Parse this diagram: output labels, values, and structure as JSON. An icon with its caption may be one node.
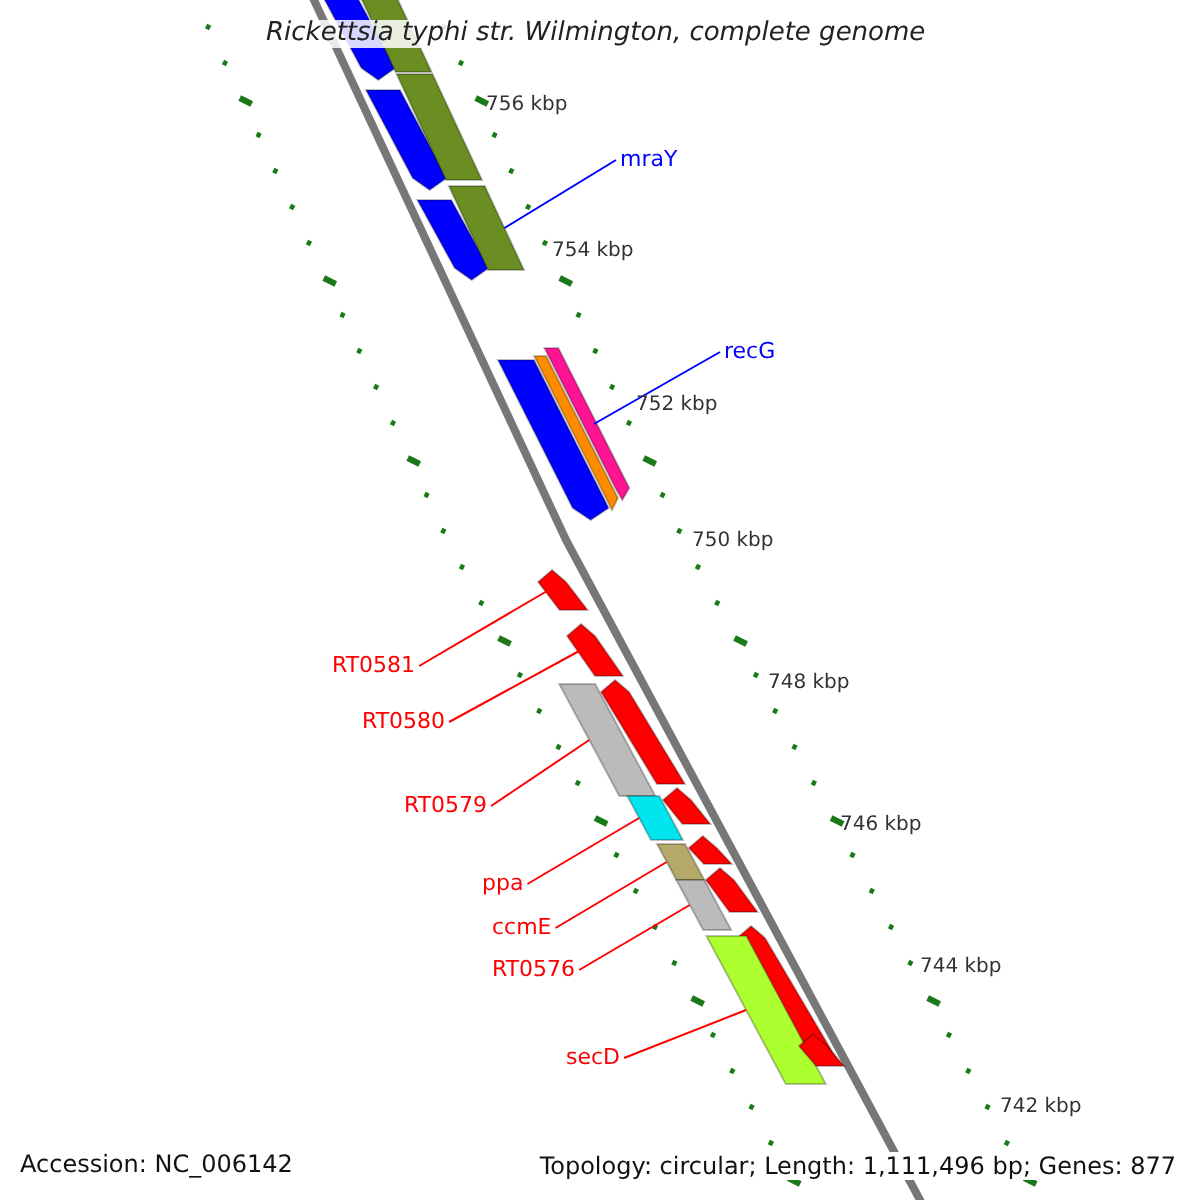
{
  "diagram": {
    "title": "Rickettsia typhi str. Wilmington, complete genome",
    "nodes": [
      {
        "text": [
          "mraY"
        ]
      },
      {
        "text": [],
        "shape": "bar"
      },
      {
        "text": [
          "recG"
        ]
      },
      {
        "text": [],
        "shape": "bar"
      },
      {
        "text": [
          "RT0581"
        ]
      },
      {
        "text": [],
        "shape": "bar"
      },
      {
        "text": [
          "RT0580"
        ]
      },
      {
        "text": [],
        "shape": "bar"
      },
      {
        "text": [
          "RT0579"
        ]
      },
      {
        "text": [],
        "shape": "bar"
      },
      {
        "text": [
          "ppa"
        ]
      },
      {
        "text": [],
        "shape": "bar"
      },
      {
        "text": [
          "ccmE"
        ]
      },
      {
        "text": [],
        "shape": "bar"
      },
      {
        "text": [
          "RT0576"
        ]
      },
      {
        "text": [],
        "shape": "bar"
      },
      {
        "text": [
          "secD"
        ]
      },
      {
        "text": [],
        "shape": "bar"
      },
      {
        "text": [],
        "shape": "bar"
      },
      {
        "text": [],
        "shape": "bar"
      },
      {
        "text": [],
        "shape": "bar"
      },
      {
        "text": [],
        "shape": "bar"
      },
      {
        "text": [],
        "shape": "bar"
      },
      {
        "text": [],
        "shape": "bar"
      },
      {
        "text": [],
        "shape": "bar"
      },
      {
        "text": [],
        "shape": "bar"
      },
      {
        "text": [],
        "shape": "bar"
      },
      {
        "text": [],
        "shape": "bar"
      },
      {
        "text": [],
        "shape": "bar"
      },
      {
        "text": [],
        "shape": "bar"
      },
      {
        "text": [],
        "shape": "bar"
      }
    ],
    "edges": [
      {
        "from": 0,
        "to": 1,
        "arrow": "none",
        "color": "#0000ff"
      },
      {
        "from": 2,
        "to": 3,
        "arrow": "none",
        "color": "#0000ff"
      },
      {
        "from": 4,
        "to": 5,
        "arrow": "none"
      },
      {
        "from": 6,
        "to": 7,
        "arrow": "none"
      },
      {
        "from": 8,
        "to": 9,
        "arrow": "none"
      },
      {
        "from": 10,
        "to": 11,
        "arrow": "none"
      },
      {
        "from": 12,
        "to": 13,
        "arrow": "none"
      },
      {
        "from": 14,
        "to": 15,
        "arrow": "none"
      },
      {
        "from": 16,
        "to": 17,
        "arrow": "none"
      }
    ],
    "labels": [
      "756 kbp",
      "754 kbp",
      "752 kbp",
      "750 kbp",
      "748 kbp",
      "746 kbp",
      "744 kbp",
      "742 kbp",
      "Accession: NC_006142",
      "Topology: circular; Length: 1,111,496 bp; Genes: 877"
    ]
  }
}
